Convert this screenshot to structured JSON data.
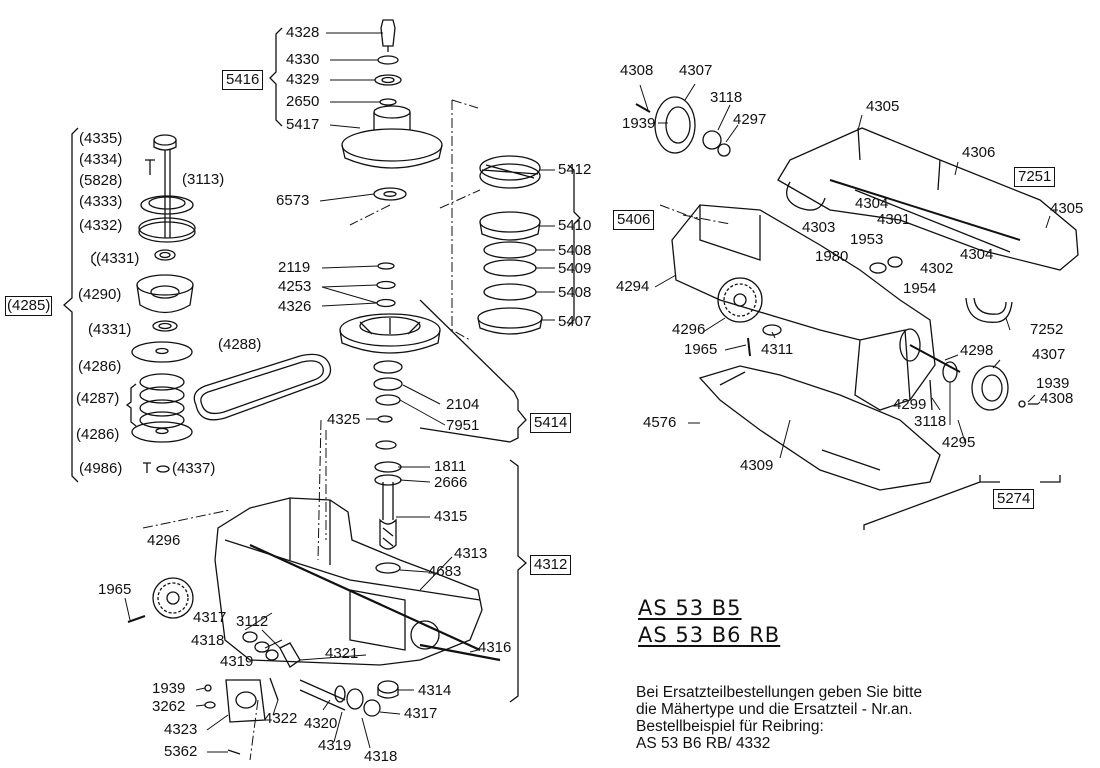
{
  "model_titles": [
    "AS 53 B5",
    "AS 53 B6 RB"
  ],
  "order_note": [
    "Bei Ersatzteilbestellungen  geben Sie bitte",
    "die Mähertype und die Ersatzteil - Nr.an.",
    "Bestellbeispiel für Reibring:",
    "AS 53 B6 RB/ 4332"
  ],
  "group_labels": {
    "g5416": "5416",
    "g5406": "5406",
    "g5414": "5414",
    "g4312": "4312",
    "g7251": "7251",
    "g5274": "5274",
    "g4285": "(4285)"
  },
  "left_column": [
    "(4335)",
    "(4334)",
    "(5828)",
    "(3113)",
    "(4333)",
    "(4332)",
    "(4331)",
    "(4290)",
    "(4331)",
    "(4286)",
    "(4287)",
    "(4286)",
    "(4288)",
    "(4986)",
    "(4337)"
  ],
  "center_top": [
    "4328",
    "4330",
    "4329",
    "2650",
    "5417",
    "6573",
    "2119",
    "4253",
    "4326",
    "2104",
    "7951",
    "4325"
  ],
  "disc_stack": [
    "5412",
    "5410",
    "5408",
    "5409",
    "5408",
    "5407"
  ],
  "gearbox": [
    "1811",
    "2666",
    "4315",
    "4313",
    "4683",
    "4296",
    "1965",
    "4317",
    "3112",
    "4318",
    "4319",
    "4321",
    "4316",
    "4314",
    "4317",
    "1939",
    "3262",
    "4323",
    "4322",
    "4320",
    "4319",
    "4318",
    "5362"
  ],
  "right_assembly": [
    "4308",
    "4307",
    "3118",
    "1939",
    "4297",
    "4305",
    "4306",
    "4304",
    "4301",
    "4303",
    "1953",
    "4305",
    "4294",
    "1980",
    "1954",
    "4302",
    "4304",
    "4296",
    "1965",
    "4311",
    "4298",
    "7252",
    "4307",
    "1939",
    "4308",
    "4299",
    "3118",
    "4295",
    "4576",
    "4309"
  ]
}
